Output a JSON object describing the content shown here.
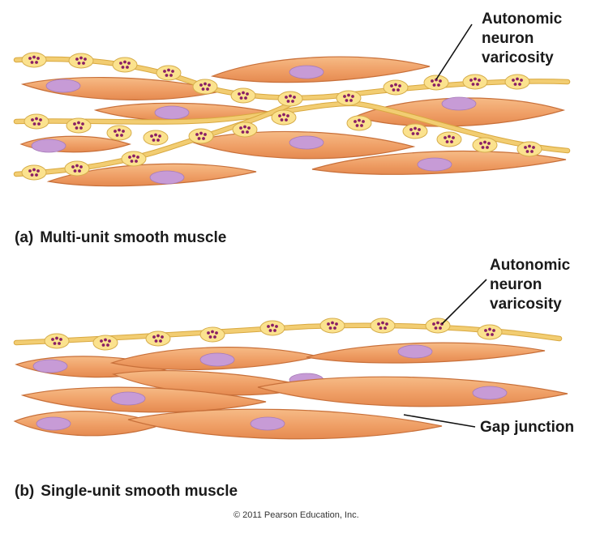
{
  "panel_a": {
    "letter": "(a)",
    "title": "Multi-unit smooth muscle",
    "callout": [
      "Autonomic",
      "neuron",
      "varicosity"
    ]
  },
  "panel_b": {
    "letter": "(b)",
    "title": "Single-unit smooth muscle",
    "callout": [
      "Autonomic",
      "neuron",
      "varicosity"
    ],
    "gap_label": "Gap junction"
  },
  "copyright": "© 2011 Pearson Education, Inc.",
  "colors": {
    "muscle_fill": "#f0a46a",
    "muscle_stroke": "#c8703a",
    "nucleus": "#c79bd6",
    "axon": "#f2cd72",
    "varicosity": "#fbe28e",
    "vesicle": "#8a1f64"
  }
}
